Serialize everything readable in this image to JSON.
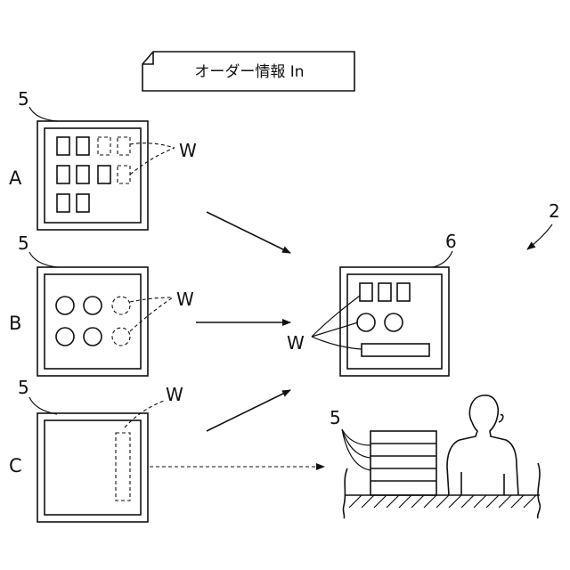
{
  "order_note": {
    "text": "オーダー情報 In"
  },
  "rows": [
    {
      "label": "A",
      "tray_ref": "5",
      "work_ref": "W"
    },
    {
      "label": "B",
      "tray_ref": "5",
      "work_ref": "W"
    },
    {
      "label": "C",
      "tray_ref": "5",
      "work_ref": "W"
    }
  ],
  "output": {
    "tray_ref": "6",
    "work_ref": "W"
  },
  "system_ref": "2",
  "stack": {
    "tray_ref": "5"
  }
}
